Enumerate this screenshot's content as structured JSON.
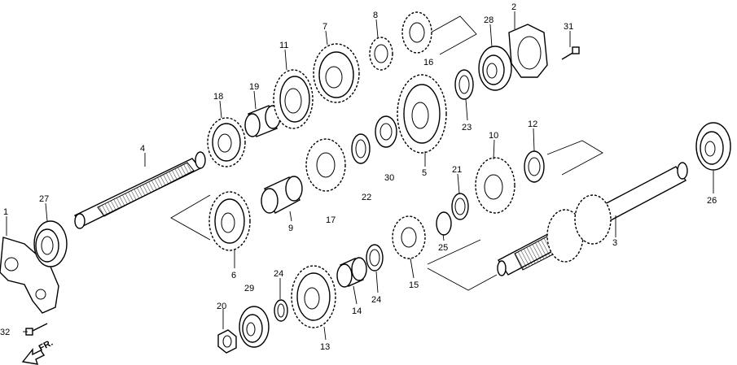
{
  "diagram": {
    "callouts": [
      "1",
      "2",
      "3",
      "4",
      "5",
      "6",
      "7",
      "8",
      "9",
      "10",
      "11",
      "12",
      "13",
      "14",
      "15",
      "16",
      "17",
      "18",
      "19",
      "20",
      "21",
      "22",
      "23",
      "24",
      "24",
      "25",
      "26",
      "27",
      "28",
      "29",
      "30",
      "31",
      "32"
    ],
    "direction_label": "FR."
  }
}
